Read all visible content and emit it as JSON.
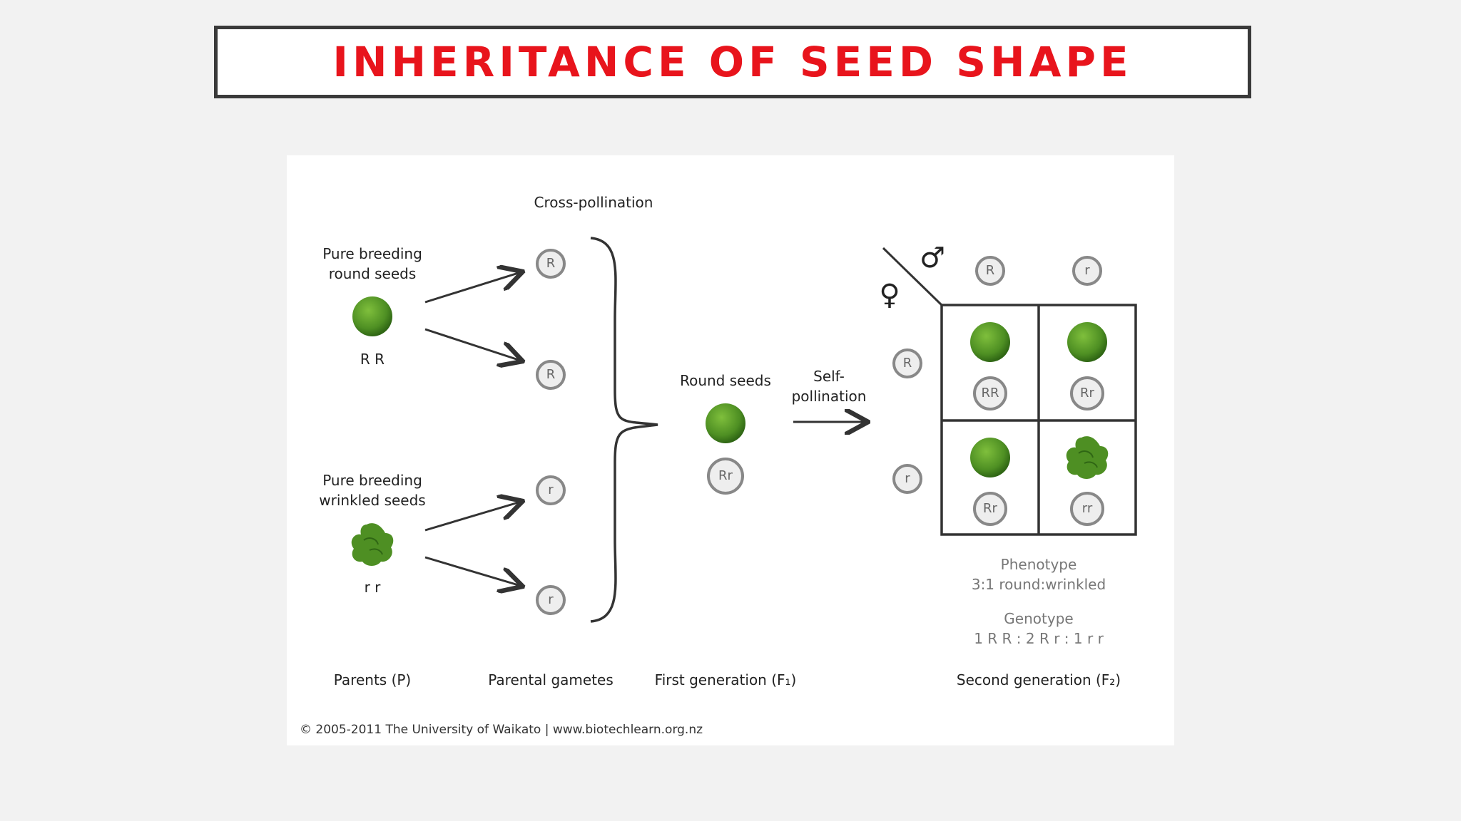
{
  "slide": {
    "title": "INHERITANCE OF SEED SHAPE"
  },
  "diagram": {
    "cross_pollination": "Cross-pollination",
    "self_pollination": "Self-\npollination",
    "parent_round_label": "Pure breeding\nround seeds",
    "parent_round_genotype": "R R",
    "parent_wrinkled_label": "Pure breeding\nwrinkled seeds",
    "parent_wrinkled_genotype": "r r",
    "gametes": [
      "R",
      "R",
      "r",
      "r"
    ],
    "f1_label": "Round seeds",
    "f1_genotype": "Rr",
    "punnett": {
      "male_gametes": [
        "R",
        "r"
      ],
      "female_gametes": [
        "R",
        "r"
      ],
      "cells": [
        {
          "genotype": "RR",
          "shape": "round"
        },
        {
          "genotype": "Rr",
          "shape": "round"
        },
        {
          "genotype": "Rr",
          "shape": "round"
        },
        {
          "genotype": "rr",
          "shape": "wrinkled"
        }
      ],
      "male_symbol": "♂",
      "female_symbol": "♀"
    },
    "phenotype_title": "Phenotype",
    "phenotype_ratio": "3:1  round:wrinkled",
    "genotype_title": "Genotype",
    "genotype_ratio": "1 R R : 2 R r : 1 r r",
    "stage_labels": {
      "parents": "Parents (P)",
      "gametes": "Parental gametes",
      "f1": "First generation (F₁)",
      "f2": "Second generation (F₂)"
    },
    "credit": "© 2005-2011 The University of Waikato  |  www.biotechlearn.org.nz",
    "colors": {
      "seed_green": "#4e8f23",
      "seed_highlight": "#7fbf3c",
      "title_red": "#e8141c"
    }
  }
}
